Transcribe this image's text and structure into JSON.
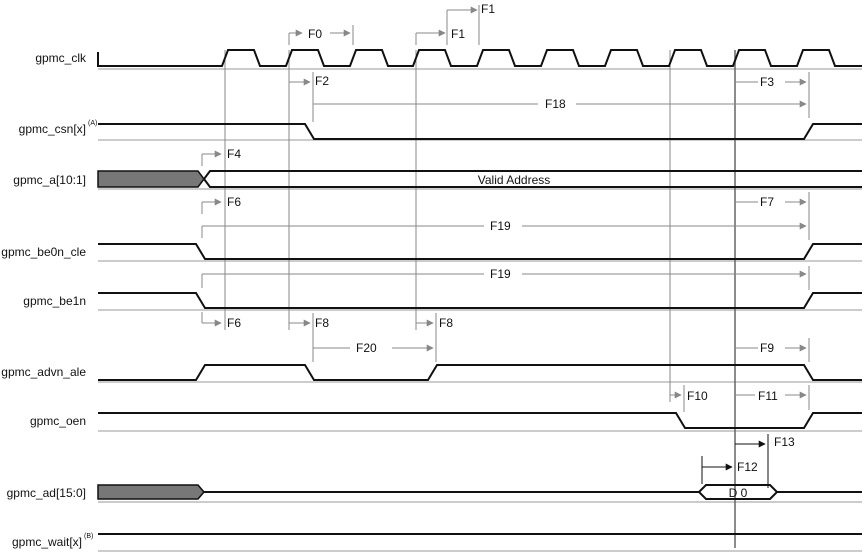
{
  "signals": [
    {
      "id": "clk",
      "label": "gpmc_clk",
      "sup": ""
    },
    {
      "id": "csn",
      "label": "gpmc_csn[x]",
      "sup": "(A)"
    },
    {
      "id": "a",
      "label": "gpmc_a[10:1]",
      "sup": ""
    },
    {
      "id": "be0n",
      "label": "gpmc_be0n_cle",
      "sup": ""
    },
    {
      "id": "be1n",
      "label": "gpmc_be1n",
      "sup": ""
    },
    {
      "id": "advn",
      "label": "gpmc_advn_ale",
      "sup": ""
    },
    {
      "id": "oen",
      "label": "gpmc_oen",
      "sup": ""
    },
    {
      "id": "ad",
      "label": "gpmc_ad[15:0]",
      "sup": ""
    },
    {
      "id": "wait",
      "label": "gpmc_wait[x]",
      "sup": "(B)"
    }
  ],
  "bus_text": {
    "address": "Valid Address",
    "data": "D 0"
  },
  "markers": {
    "F0": "F0",
    "F1": "F1",
    "F2": "F2",
    "F3": "F3",
    "F4": "F4",
    "F6": "F6",
    "F7": "F7",
    "F8": "F8",
    "F9": "F9",
    "F10": "F10",
    "F11": "F11",
    "F12": "F12",
    "F13": "F13",
    "F18": "F18",
    "F19": "F19",
    "F20": "F20"
  }
}
